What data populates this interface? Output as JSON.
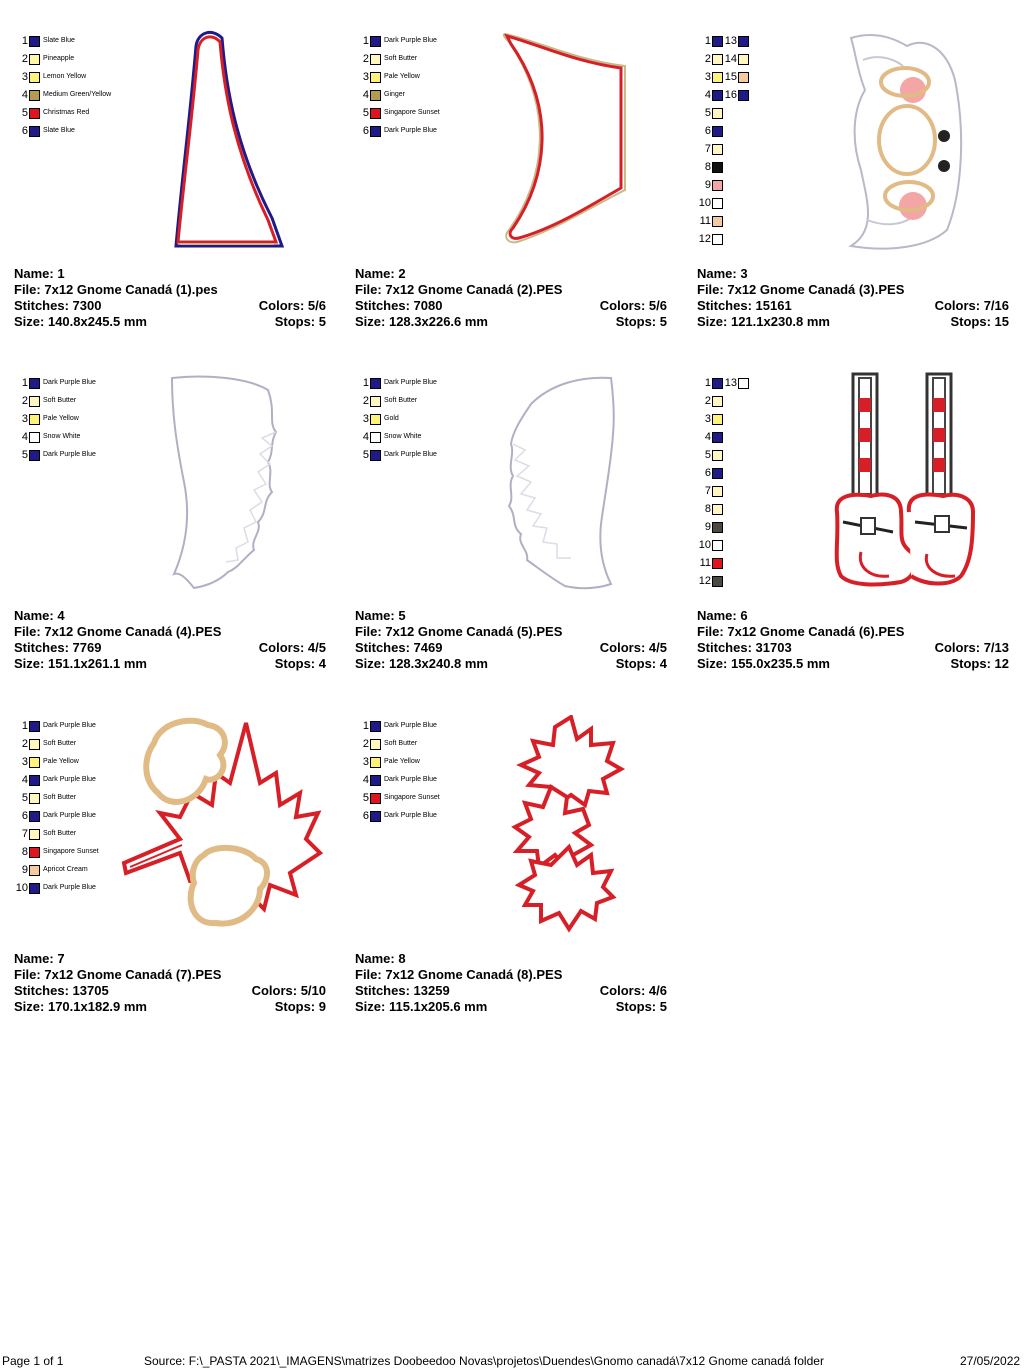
{
  "designs": [
    {
      "name": "1",
      "file": "7x12 Gnome Canadá (1).pes",
      "stitches": "7300",
      "colors": "5/6",
      "size": "140.8x245.5 mm",
      "stops": "5",
      "colorlist": [
        {
          "n": "1",
          "label": "Slate Blue",
          "hex": "#1f1a87"
        },
        {
          "n": "2",
          "label": "Pineapple",
          "hex": "#fff8a8"
        },
        {
          "n": "3",
          "label": "Lemon Yellow",
          "hex": "#fff27a"
        },
        {
          "n": "4",
          "label": "Medium Green/Yellow",
          "hex": "#b59b4f"
        },
        {
          "n": "5",
          "label": "Christmas Red",
          "hex": "#e0141e"
        },
        {
          "n": "6",
          "label": "Slate Blue",
          "hex": "#1f1a87"
        }
      ]
    },
    {
      "name": "2",
      "file": "7x12 Gnome Canadá (2).PES",
      "stitches": "7080",
      "colors": "5/6",
      "size": "128.3x226.6 mm",
      "stops": "5",
      "colorlist": [
        {
          "n": "1",
          "label": "Dark Purple Blue",
          "hex": "#1f1a87"
        },
        {
          "n": "2",
          "label": "Soft Butter",
          "hex": "#fff6c2"
        },
        {
          "n": "3",
          "label": "Pale Yellow",
          "hex": "#fff27a"
        },
        {
          "n": "4",
          "label": "Ginger",
          "hex": "#b59b4f"
        },
        {
          "n": "5",
          "label": "Singapore Sunset",
          "hex": "#e0141e"
        },
        {
          "n": "6",
          "label": "Dark Purple Blue",
          "hex": "#1f1a87"
        }
      ]
    },
    {
      "name": "3",
      "file": "7x12 Gnome Canadá (3).PES",
      "stitches": "15161",
      "colors": "7/16",
      "size": "121.1x230.8 mm",
      "stops": "15",
      "colorlist": [
        {
          "n": "1",
          "label": "",
          "hex": "#1f1a87"
        },
        {
          "n": "2",
          "label": "",
          "hex": "#fff6c2"
        },
        {
          "n": "3",
          "label": "",
          "hex": "#fff27a"
        },
        {
          "n": "4",
          "label": "",
          "hex": "#1f1a87"
        },
        {
          "n": "5",
          "label": "",
          "hex": "#fff6c2"
        },
        {
          "n": "6",
          "label": "",
          "hex": "#1f1a87"
        },
        {
          "n": "7",
          "label": "",
          "hex": "#fff6c2"
        },
        {
          "n": "8",
          "label": "",
          "hex": "#111111"
        },
        {
          "n": "9",
          "label": "",
          "hex": "#f4a5a5"
        },
        {
          "n": "10",
          "label": "",
          "hex": "#ffffff"
        },
        {
          "n": "11",
          "label": "",
          "hex": "#f7c9a0"
        },
        {
          "n": "12",
          "label": "",
          "hex": "#ffffff"
        },
        {
          "n": "13",
          "label": "",
          "hex": "#1f1a87"
        },
        {
          "n": "14",
          "label": "",
          "hex": "#fff6c2"
        },
        {
          "n": "15",
          "label": "",
          "hex": "#f7c9a0"
        },
        {
          "n": "16",
          "label": "",
          "hex": "#1f1a87"
        }
      ]
    },
    {
      "name": "4",
      "file": "7x12 Gnome Canadá (4).PES",
      "stitches": "7769",
      "colors": "4/5",
      "size": "151.1x261.1 mm",
      "stops": "4",
      "colorlist": [
        {
          "n": "1",
          "label": "Dark Purple Blue",
          "hex": "#1f1a87"
        },
        {
          "n": "2",
          "label": "Soft Butter",
          "hex": "#fff6c2"
        },
        {
          "n": "3",
          "label": "Pale Yellow",
          "hex": "#fff27a"
        },
        {
          "n": "4",
          "label": "Snow White",
          "hex": "#ffffff"
        },
        {
          "n": "5",
          "label": "Dark Purple Blue",
          "hex": "#1f1a87"
        }
      ]
    },
    {
      "name": "5",
      "file": "7x12 Gnome Canadá (5).PES",
      "stitches": "7469",
      "colors": "4/5",
      "size": "128.3x240.8 mm",
      "stops": "4",
      "colorlist": [
        {
          "n": "1",
          "label": "Dark Purple Blue",
          "hex": "#1f1a87"
        },
        {
          "n": "2",
          "label": "Soft Butter",
          "hex": "#fff6c2"
        },
        {
          "n": "3",
          "label": "Gold",
          "hex": "#fff27a"
        },
        {
          "n": "4",
          "label": "Snow White",
          "hex": "#ffffff"
        },
        {
          "n": "5",
          "label": "Dark Purple Blue",
          "hex": "#1f1a87"
        }
      ]
    },
    {
      "name": "6",
      "file": "7x12 Gnome Canadá (6).PES",
      "stitches": "31703",
      "colors": "7/13",
      "size": "155.0x235.5 mm",
      "stops": "12",
      "colorlist": [
        {
          "n": "1",
          "label": "",
          "hex": "#1f1a87"
        },
        {
          "n": "2",
          "label": "",
          "hex": "#fff6c2"
        },
        {
          "n": "3",
          "label": "",
          "hex": "#fff27a"
        },
        {
          "n": "4",
          "label": "",
          "hex": "#1f1a87"
        },
        {
          "n": "5",
          "label": "",
          "hex": "#fff6c2"
        },
        {
          "n": "6",
          "label": "",
          "hex": "#1f1a87"
        },
        {
          "n": "7",
          "label": "",
          "hex": "#fff6c2"
        },
        {
          "n": "8",
          "label": "",
          "hex": "#fff6c2"
        },
        {
          "n": "9",
          "label": "",
          "hex": "#4a4a42"
        },
        {
          "n": "10",
          "label": "",
          "hex": "#ffffff"
        },
        {
          "n": "11",
          "label": "",
          "hex": "#e0141e"
        },
        {
          "n": "12",
          "label": "",
          "hex": "#4a4a42"
        },
        {
          "n": "13",
          "label": "",
          "hex": "#ffffff"
        }
      ]
    },
    {
      "name": "7",
      "file": "7x12 Gnome Canadá (7).PES",
      "stitches": "13705",
      "colors": "5/10",
      "size": "170.1x182.9 mm",
      "stops": "9",
      "colorlist": [
        {
          "n": "1",
          "label": "Dark Purple Blue",
          "hex": "#1f1a87"
        },
        {
          "n": "2",
          "label": "Soft Butter",
          "hex": "#fff6c2"
        },
        {
          "n": "3",
          "label": "Pale Yellow",
          "hex": "#fff27a"
        },
        {
          "n": "4",
          "label": "Dark Purple Blue",
          "hex": "#1f1a87"
        },
        {
          "n": "5",
          "label": "Soft Butter",
          "hex": "#fff6c2"
        },
        {
          "n": "6",
          "label": "Dark Purple Blue",
          "hex": "#1f1a87"
        },
        {
          "n": "7",
          "label": "Soft Butter",
          "hex": "#fff6c2"
        },
        {
          "n": "8",
          "label": "Singapore Sunset",
          "hex": "#e0141e"
        },
        {
          "n": "9",
          "label": "Apricot Cream",
          "hex": "#f7c9a0"
        },
        {
          "n": "10",
          "label": "Dark Purple Blue",
          "hex": "#1f1a87"
        }
      ]
    },
    {
      "name": "8",
      "file": "7x12 Gnome Canadá (8).PES",
      "stitches": "13259",
      "colors": "4/6",
      "size": "115.1x205.6 mm",
      "stops": "5",
      "colorlist": [
        {
          "n": "1",
          "label": "Dark Purple Blue",
          "hex": "#1f1a87"
        },
        {
          "n": "2",
          "label": "Soft Butter",
          "hex": "#fff6c2"
        },
        {
          "n": "3",
          "label": "Pale Yellow",
          "hex": "#fff27a"
        },
        {
          "n": "4",
          "label": "Dark Purple Blue",
          "hex": "#1f1a87"
        },
        {
          "n": "5",
          "label": "Singapore Sunset",
          "hex": "#e0141e"
        },
        {
          "n": "6",
          "label": "Dark Purple Blue",
          "hex": "#1f1a87"
        }
      ]
    }
  ],
  "labels": {
    "name": "Name:",
    "file": "File:",
    "stitches": "Stitches:",
    "colors": "Colors:",
    "size": "Size:",
    "stops": "Stops:"
  },
  "footer": {
    "page": "Page 1 of 1",
    "source": "Source: F:\\_PASTA 2021\\_IMAGENS\\matrizes Doobeedoo Novas\\projetos\\Duendes\\Gnomo canadá\\7x12 Gnome canadá folder",
    "date": "27/05/2022"
  }
}
